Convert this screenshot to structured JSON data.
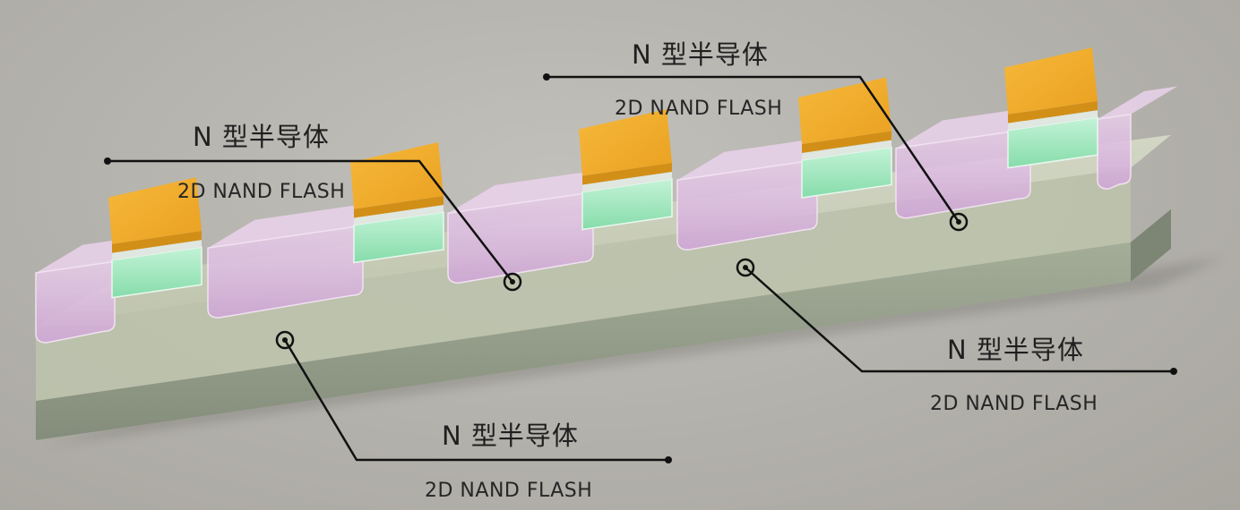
{
  "callouts": [
    {
      "title": "N 型半导体",
      "subtitle": "2D NAND FLASH"
    },
    {
      "title": "N 型半导体",
      "subtitle": "2D NAND FLASH"
    },
    {
      "title": "N 型半导体",
      "subtitle": "2D NAND FLASH"
    },
    {
      "title": "N 型半导体",
      "subtitle": "2D NAND FLASH"
    }
  ],
  "colors": {
    "background": "#b5b3ad",
    "substrate_top": "#c9cdb8",
    "substrate_side": "#97a08d",
    "n_region": "#d9b8df",
    "gate_top": "#f2ad2c",
    "gate_side": "#d28f18",
    "oxide": "#9fe8bf",
    "leader_line": "#111111"
  }
}
